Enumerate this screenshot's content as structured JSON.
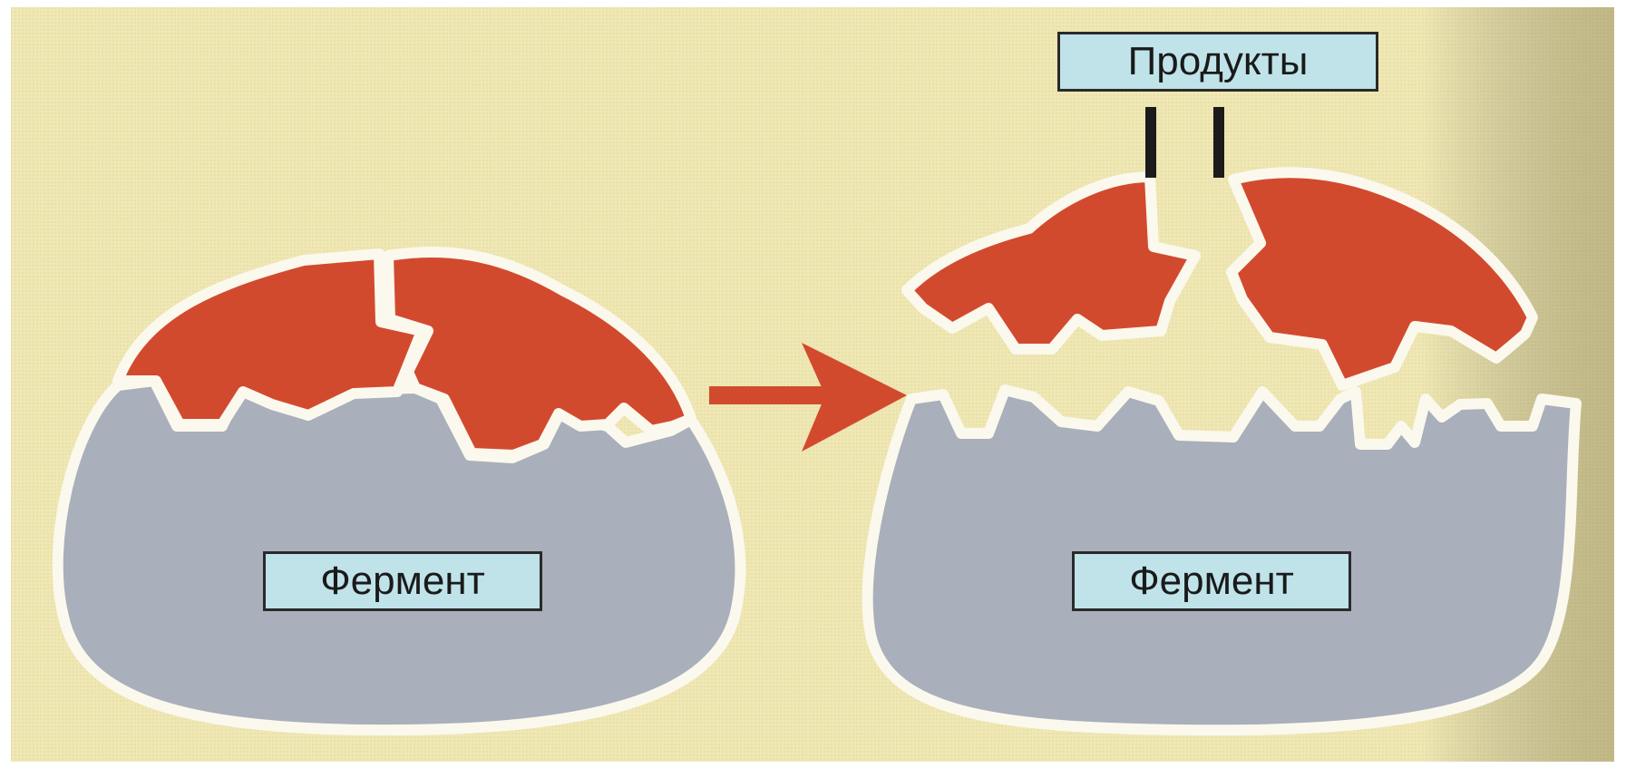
{
  "labels": {
    "enzyme_left": "Фермент",
    "enzyme_right": "Фермент",
    "products": "Продукты"
  },
  "colors": {
    "background": "#efe7b4",
    "enzyme": "#a9afbb",
    "substrate": "#d24a2e",
    "outline": "#fbf8ee",
    "arrow": "#d24a2e",
    "label_fill": "#bfe3e9",
    "pointer_line": "#1b1b1b"
  }
}
